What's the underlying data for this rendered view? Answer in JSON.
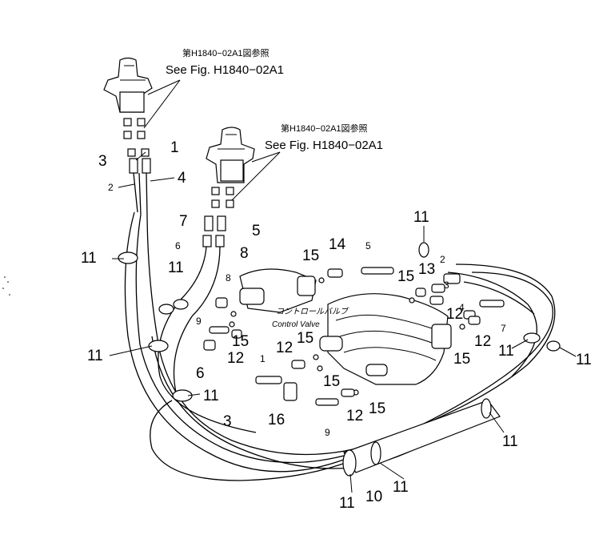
{
  "references": [
    {
      "jp": "第H1840−02A1図参照",
      "en": "See Fig. H1840−02A1"
    },
    {
      "jp": "第H1840−02A1図参照",
      "en": "See Fig. H1840−02A1"
    }
  ],
  "control_valve": {
    "jp": "コントロールバルブ",
    "en": "Control Valve"
  },
  "callouts": [
    "1",
    "2",
    "3",
    "4",
    "5",
    "6",
    "7",
    "8",
    "9",
    "10",
    "11",
    "12",
    "13",
    "14",
    "15",
    "16"
  ]
}
